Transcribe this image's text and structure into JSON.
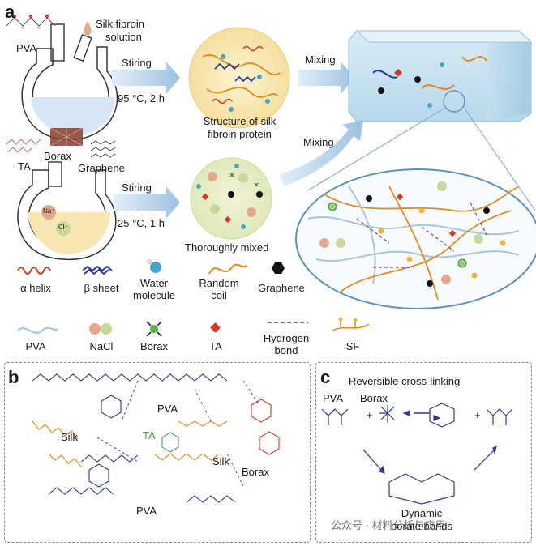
{
  "panels": {
    "a": "a",
    "b": "b",
    "c": "c"
  },
  "panel_a": {
    "pva": "PVA",
    "silk_fibroin_line1": "Silk fibroin",
    "silk_fibroin_line2": "solution",
    "stiring_1": "Stiring",
    "cond_1": "95 °C, 2 h",
    "structure_line1": "Structure of silk",
    "structure_line2": "fibroin protein",
    "mixing_1": "Mixing",
    "mixing_2": "Mixing",
    "ta": "TA",
    "borax": "Borax",
    "graphene": "Graphene",
    "stiring_2": "Stiring",
    "cond_2": "25 °C, 1 h",
    "thoroughly_mixed": "Thoroughly mixed",
    "na_ion": "Na⁺",
    "cl_ion": "Cl⁻"
  },
  "legend": {
    "row1": [
      {
        "label1": "α helix",
        "label2": ""
      },
      {
        "label1": "β sheet",
        "label2": ""
      },
      {
        "label1": "Water",
        "label2": "molecule"
      },
      {
        "label1": "Random",
        "label2": "coil"
      },
      {
        "label1": "Graphene",
        "label2": ""
      }
    ],
    "row2": [
      {
        "label1": "PVA",
        "label2": ""
      },
      {
        "label1": "NaCl",
        "label2": ""
      },
      {
        "label1": "Borax",
        "label2": ""
      },
      {
        "label1": "TA",
        "label2": ""
      },
      {
        "label1": "Hydrogen",
        "label2": "bond"
      },
      {
        "label1": "SF",
        "label2": ""
      }
    ]
  },
  "panel_b": {
    "pva_top": "PVA",
    "silk_left": "Silk",
    "ta": "TA",
    "silk_right": "Silk",
    "borax": "Borax",
    "pva_bottom": "PVA"
  },
  "panel_c": {
    "title": "Reversible cross-linking",
    "pva": "PVA",
    "borax": "Borax",
    "plus": "+",
    "dynamic_line1": "Dynamic",
    "dynamic_line2": "borate bonds"
  },
  "watermark": "公众号 · 材料分析与应用",
  "colors": {
    "arrow": "#b9d3ea",
    "pva_chain": "#2e3a8c",
    "silk_chain": "#e58a1f",
    "ta_green": "#4aa34a",
    "borax_red": "#d23a2a",
    "dash_border": "#6f8fbf",
    "gel_blue": "#a9cfe6"
  }
}
